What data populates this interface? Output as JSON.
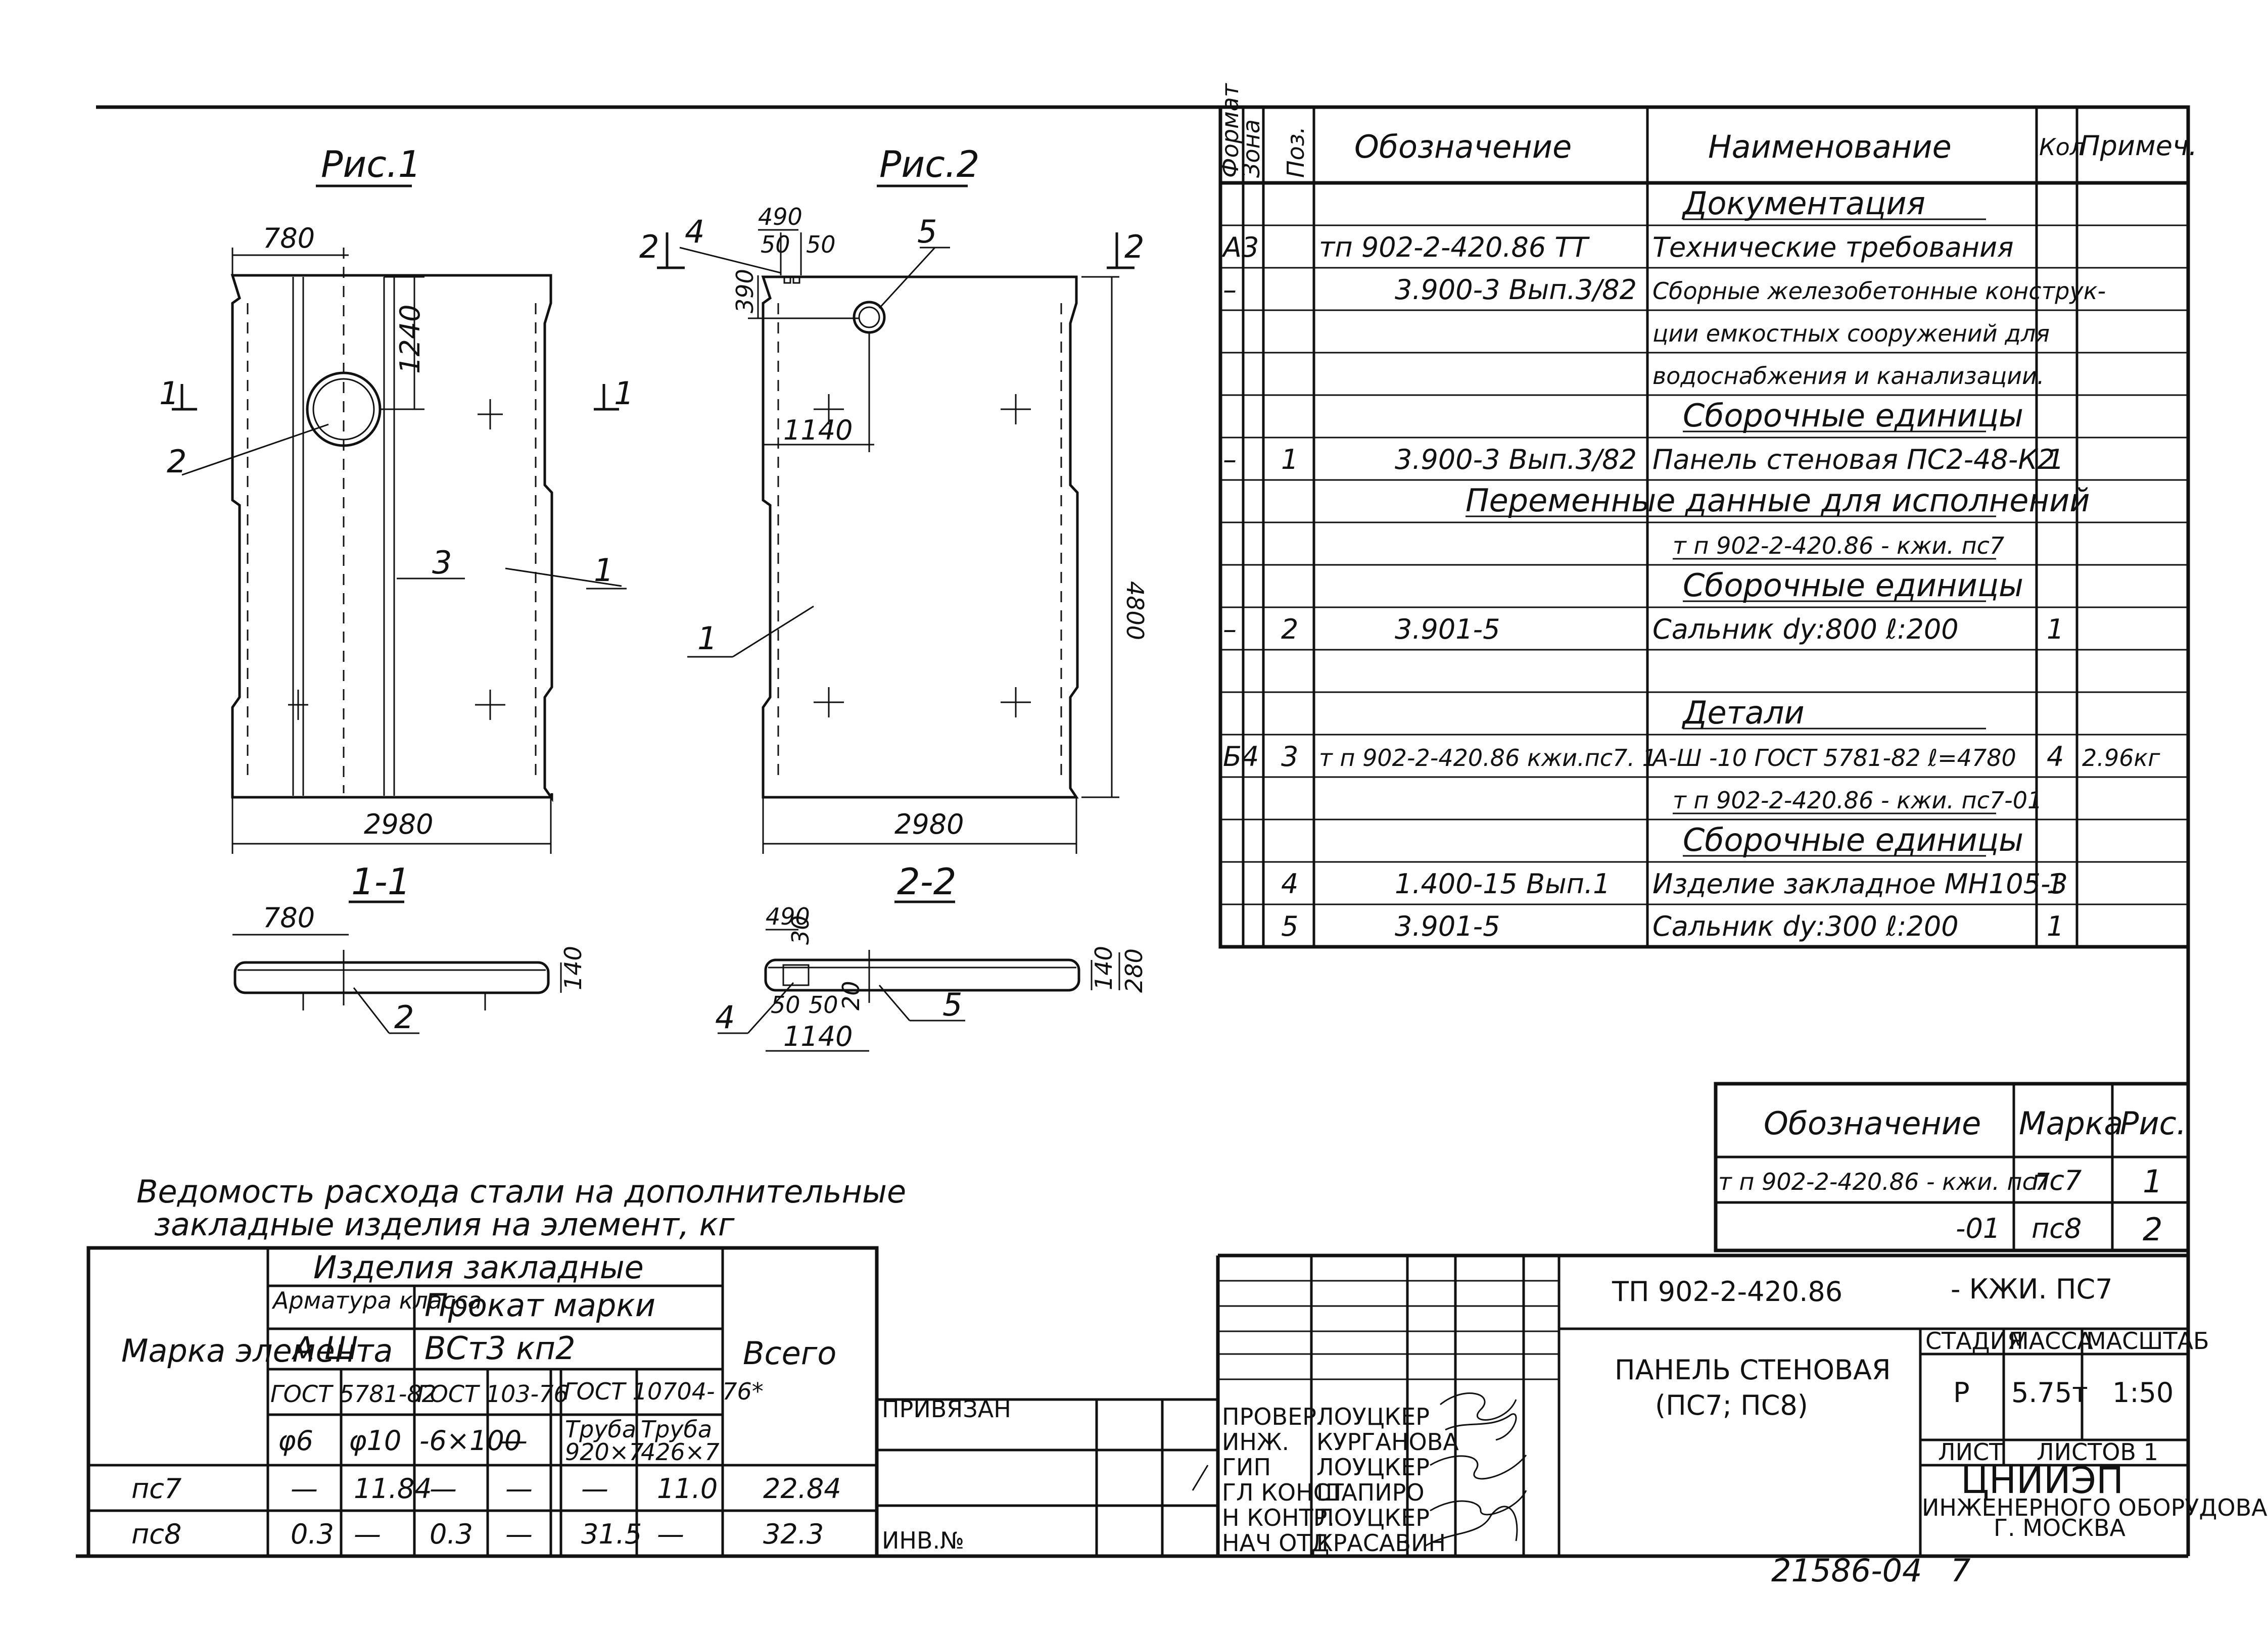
{
  "figures": {
    "fig1_title": "Рис.1",
    "fig2_title": "Рис.2",
    "sec11_title": "1-1",
    "sec22_title": "2-2",
    "fig1": {
      "dim_top": "780",
      "dim_side": "1240",
      "dim_bottom": "2980",
      "cut_mark": "1",
      "callout_1": "1",
      "callout_2": "2",
      "callout_3": "3"
    },
    "fig2": {
      "dim_490": "490",
      "dim_50a": "50",
      "dim_50b": "50",
      "dim_390": "390",
      "dim_1140": "1140",
      "dim_4800": "4800",
      "dim_bottom": "2980",
      "cut_mark": "2",
      "callout_1": "1",
      "callout_4": "4",
      "callout_5": "5"
    },
    "sec11": {
      "dim_780": "780",
      "dim_140": "140",
      "callout_2": "2"
    },
    "sec22": {
      "dim_490": "490",
      "dim_30": "30",
      "dim_50a": "50",
      "dim_50b": "50",
      "dim_20": "20",
      "dim_1140": "1140",
      "dim_140": "140",
      "dim_280": "280",
      "callout_4": "4",
      "callout_5": "5"
    }
  },
  "spec": {
    "headers": {
      "format": "Формат",
      "zone": "Зона",
      "pos": "Поз.",
      "designation": "Обозначение",
      "name": "Наименование",
      "qty": "Кол",
      "note": "Примеч."
    },
    "rows": [
      {
        "format": "",
        "pos": "",
        "designation": "",
        "name": "Документация",
        "qty": "",
        "note": "",
        "kind": "section"
      },
      {
        "format": "А3",
        "pos": "",
        "designation": "тп 902-2-420.86   ТТ",
        "name": "Технические требования",
        "qty": "",
        "note": ""
      },
      {
        "format": "–",
        "pos": "",
        "designation": "3.900-3   Вып.3/82",
        "name": "Сборные железобетонные конструк-",
        "qty": "",
        "note": "",
        "small": true
      },
      {
        "format": "",
        "pos": "",
        "designation": "",
        "name": "ции емкостных сооружений для",
        "qty": "",
        "note": "",
        "small": true
      },
      {
        "format": "",
        "pos": "",
        "designation": "",
        "name": "водоснабжения и канализации.",
        "qty": "",
        "note": "",
        "small": true
      },
      {
        "format": "",
        "pos": "",
        "designation": "",
        "name": "Сборочные единицы",
        "qty": "",
        "note": "",
        "kind": "section"
      },
      {
        "format": "–",
        "pos": "1",
        "designation": "3.900-3   Вып.3/82",
        "name": "Панель стеновая ПС2-48-К2",
        "qty": "1",
        "note": ""
      },
      {
        "format": "",
        "pos": "",
        "designation": "",
        "name": "Переменные данные для исполнений",
        "qty": "",
        "note": "",
        "kind": "wide"
      },
      {
        "format": "",
        "pos": "",
        "designation": "",
        "name": "т п 902-2-420.86 - кжи. пс7",
        "qty": "",
        "note": "",
        "kind": "sub"
      },
      {
        "format": "",
        "pos": "",
        "designation": "",
        "name": "Сборочные единицы",
        "qty": "",
        "note": "",
        "kind": "section"
      },
      {
        "format": "–",
        "pos": "2",
        "designation": "3.901-5",
        "name": "Сальник dу:800   ℓ:200",
        "qty": "1",
        "note": ""
      },
      {
        "format": "",
        "pos": "",
        "designation": "",
        "name": "",
        "qty": "",
        "note": ""
      },
      {
        "format": "",
        "pos": "",
        "designation": "",
        "name": "Детали",
        "qty": "",
        "note": "",
        "kind": "section"
      },
      {
        "format": "Б4",
        "pos": "3",
        "designation": "т п 902-2-420.86 кжи.пс7. 1",
        "name": "А-Ш -10 ГОСТ 5781-82   ℓ=4780",
        "qty": "4",
        "note": "2.96кг"
      },
      {
        "format": "",
        "pos": "",
        "designation": "",
        "name": "т п 902-2-420.86 - кжи. пс7-01",
        "qty": "",
        "note": "",
        "kind": "sub"
      },
      {
        "format": "",
        "pos": "",
        "designation": "",
        "name": "Сборочные единицы",
        "qty": "",
        "note": "",
        "kind": "section"
      },
      {
        "format": "",
        "pos": "4",
        "designation": "1.400-15   Вып.1",
        "name": "Изделие закладное МН105-3",
        "qty": "1",
        "note": ""
      },
      {
        "format": "",
        "pos": "5",
        "designation": "3.901-5",
        "name": "Сальник dу:300   ℓ:200",
        "qty": "1",
        "note": ""
      }
    ]
  },
  "marks_table": {
    "headers": {
      "designation": "Обозначение",
      "mark": "Марка",
      "fig": "Рис."
    },
    "rows": [
      {
        "designation": "т п 902-2-420.86 - кжи. пс7",
        "mark": "пс7",
        "fig": "1"
      },
      {
        "designation": "-01",
        "mark": "пс8",
        "fig": "2"
      }
    ]
  },
  "steel": {
    "title_line1": "Ведомость расхода стали на дополнительные",
    "title_line2": "закладные изделия на элемент, кг",
    "h_products": "Изделия закладные",
    "h_rebar": "Арматура класса",
    "h_rolled": "Прокат марки",
    "h_mark": "Марка элемента",
    "h_total": "Всего",
    "h_class": "А Ш",
    "h_steel": "ВСт3 кп2",
    "h_gost1": "ГОСТ 5781-82",
    "h_gost2": "ГОСТ 103-76",
    "h_gost3": "ГОСТ 10704- 76*",
    "cols": [
      "φ6",
      "φ10",
      "-6×100",
      "—",
      "Труба 920×7",
      "Труба 426×7"
    ],
    "rows": [
      {
        "mark": "пс7",
        "vals": [
          "—",
          "11.84",
          "—",
          "—",
          "—",
          "11.0"
        ],
        "total": "22.84"
      },
      {
        "mark": "пс8",
        "vals": [
          "0.3",
          "—",
          "0.3",
          "—",
          "31.5",
          "—"
        ],
        "total": "32.3"
      }
    ]
  },
  "stamp": {
    "tied": "ПРИВЯЗАН",
    "inv": "ИНВ.№",
    "doc_code": "ТП 902-2-420.86",
    "doc_suffix": "- КЖИ. ПС7",
    "title_line1": "ПАНЕЛЬ СТЕНОВАЯ",
    "title_line2": "(ПС7; ПС8)",
    "h_stage": "СТАДИЯ",
    "h_mass": "МАССА",
    "h_scale": "МАСШТАБ",
    "stage": "Р",
    "mass": "5.75т",
    "scale": "1:50",
    "sheet": "ЛИСТ",
    "sheets": "ЛИСТОВ 1",
    "org1": "ЦНИИЭП",
    "org2": "ИНЖЕНЕРНОГО ОБОРУДОВАНИЯ",
    "org3": "Г. МОСКВА",
    "roles": [
      {
        "role": "ПРОВЕР.",
        "name": "ЛОУЦКЕР"
      },
      {
        "role": "ИНЖ.",
        "name": "КУРГАНОВА"
      },
      {
        "role": "ГИП",
        "name": "ЛОУЦКЕР"
      },
      {
        "role": "ГЛ КОНСТ",
        "name": "ШАПИРО"
      },
      {
        "role": "Н КОНТР.",
        "name": "ЛОУЦКЕР"
      },
      {
        "role": "НАЧ ОТД",
        "name": "КРАСАВИН"
      }
    ]
  },
  "footer": {
    "number": "21586-04",
    "page": "7"
  }
}
